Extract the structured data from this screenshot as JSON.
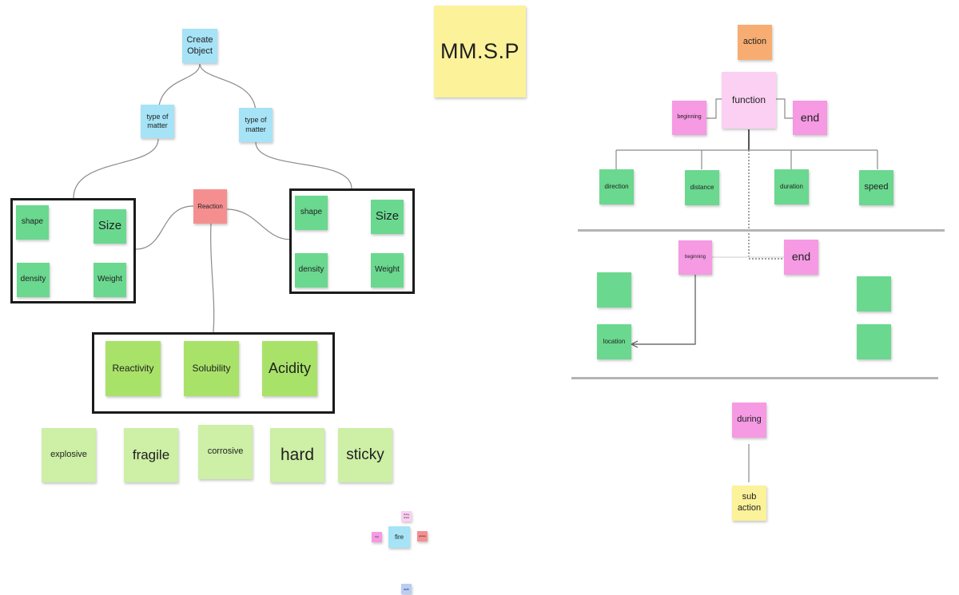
{
  "title": "MM.S.P",
  "left_tree": {
    "root": "Create Object",
    "branches": [
      "type of matter",
      "type of matter"
    ],
    "left_group": [
      "shape",
      "Size",
      "density",
      "Weight"
    ],
    "reaction": "Reaction",
    "right_group": [
      "shape",
      "Size",
      "density",
      "Weight"
    ],
    "reaction_props": [
      "Reactivity",
      "Solubility",
      "Acidity"
    ],
    "examples": [
      "explosive",
      "fragile",
      "corrosive",
      "hard",
      "sticky"
    ]
  },
  "fire_cluster": {
    "center": "fire",
    "left": "fuel",
    "right": "grease",
    "top": "living chars",
    "bottom": "sub"
  },
  "right_tree": {
    "action": "action",
    "function": "function",
    "beginning": "beginning",
    "end": "end",
    "properties": [
      "direction",
      "distance",
      "duration",
      "speed"
    ],
    "beginning2": "beginning",
    "end2": "end",
    "location": "location",
    "during": "during",
    "sub_action": "sub action"
  },
  "colors": {
    "blue": "#a6e3f6",
    "green": "#6ad88f",
    "light_green": "#a9e269",
    "pale_green": "#cdefa6",
    "pink": "#f59ae3",
    "light_pink": "#fbd0f2",
    "salmon": "#f58f8f",
    "orange": "#f7ad72",
    "yellow": "#fbf29a",
    "frame": "#1b1b1b",
    "line": "#8a8a8a"
  }
}
